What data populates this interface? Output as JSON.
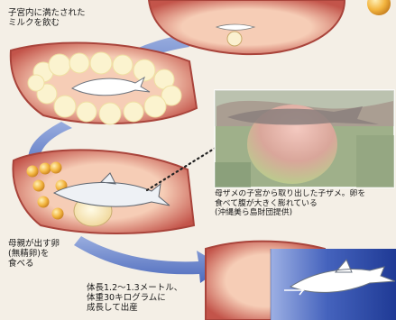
{
  "labels": {
    "milk": "子宮内に満たされた\nミルクを飲む",
    "eggs": "母親が出す卵\n(無精卵)を\n食べる",
    "photo_caption": "母ザメの子宮から取り出した子ザメ。卵を\n食べて腹が大きく膨れている\n(沖縄美ら島財団提供)",
    "birth": "体長1.2～1.3メートル、\n体重30キログラムに\n成長して出産"
  },
  "colors": {
    "background": "#f4efe6",
    "uterus_wall": "#c95a4e",
    "uterus_inner": "#f2c1a9",
    "milk": "#fbf3cf",
    "yolk_egg": "#f2b13a",
    "sea_blue": "#4e6fc4"
  }
}
